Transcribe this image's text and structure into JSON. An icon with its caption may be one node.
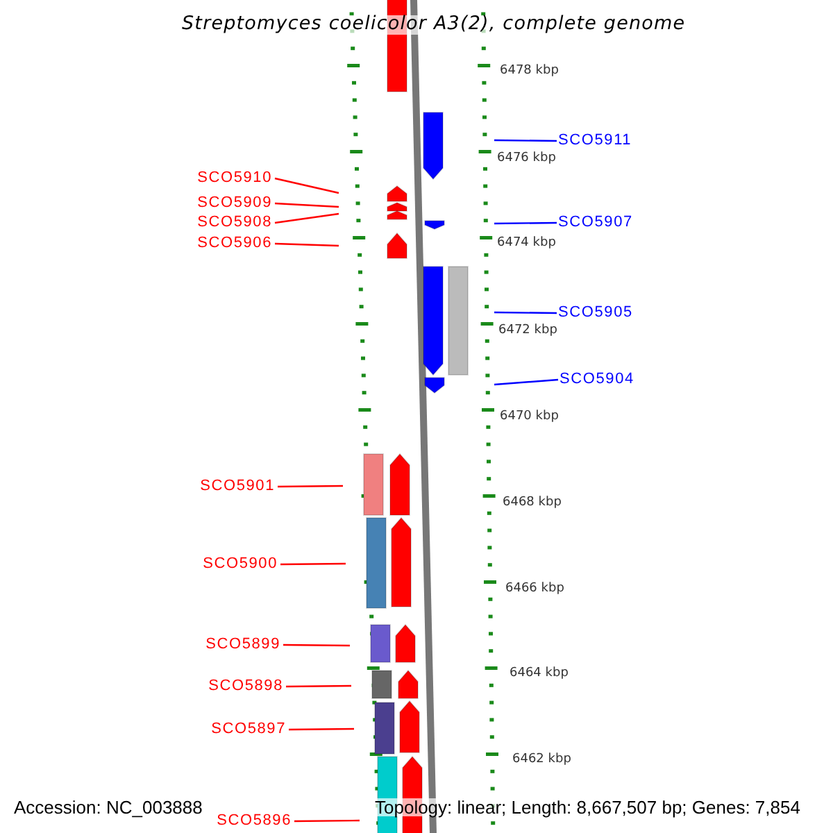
{
  "diagram": {
    "title": "Streptomyces coelicolor A3(2), complete genome",
    "nodes": [
      {
        "text": [
          "SCO5911"
        ]
      },
      {
        "text": [
          "SCO5910"
        ]
      },
      {
        "text": [
          "SCO5909"
        ]
      },
      {
        "text": [
          "SCO5908"
        ]
      },
      {
        "text": [
          "SCO5907"
        ]
      },
      {
        "text": [
          "SCO5906"
        ]
      },
      {
        "text": [
          "SCO5905"
        ]
      },
      {
        "text": [
          "SCO5904"
        ]
      },
      {
        "text": [
          "SCO5901"
        ]
      },
      {
        "text": [
          "SCO5900"
        ]
      },
      {
        "text": [
          "SCO5899"
        ]
      },
      {
        "text": [
          "SCO5898"
        ]
      },
      {
        "text": [
          "SCO5897"
        ]
      },
      {
        "text": [
          "SCO5896"
        ]
      }
    ],
    "edges": [
      {
        "from": 0,
        "to": null,
        "arrow": "none",
        "color": "#0000ff"
      },
      {
        "from": 1,
        "to": null,
        "arrow": "none"
      },
      {
        "from": 2,
        "to": null,
        "arrow": "none"
      },
      {
        "from": 3,
        "to": null,
        "arrow": "none"
      },
      {
        "from": 4,
        "to": null,
        "arrow": "none",
        "color": "#0000ff"
      },
      {
        "from": 5,
        "to": null,
        "arrow": "none"
      },
      {
        "from": 6,
        "to": null,
        "arrow": "none",
        "color": "#0000ff"
      },
      {
        "from": 7,
        "to": null,
        "arrow": "none",
        "color": "#0000ff"
      },
      {
        "from": 8,
        "to": null,
        "arrow": "none"
      },
      {
        "from": 9,
        "to": null,
        "arrow": "none"
      },
      {
        "from": 10,
        "to": null,
        "arrow": "none"
      },
      {
        "from": 11,
        "to": null,
        "arrow": "none"
      },
      {
        "from": 12,
        "to": null,
        "arrow": "none"
      },
      {
        "from": 13,
        "to": null,
        "arrow": "none"
      }
    ],
    "labels": [
      "6478 kbp",
      "6476 kbp",
      "6474 kbp",
      "6472 kbp",
      "6470 kbp",
      "6468 kbp",
      "6466 kbp",
      "6464 kbp",
      "6462 kbp",
      "Accession: NC_003888",
      "Topology: linear; Length: 8,667,507 bp; Genes: 7,854"
    ]
  }
}
